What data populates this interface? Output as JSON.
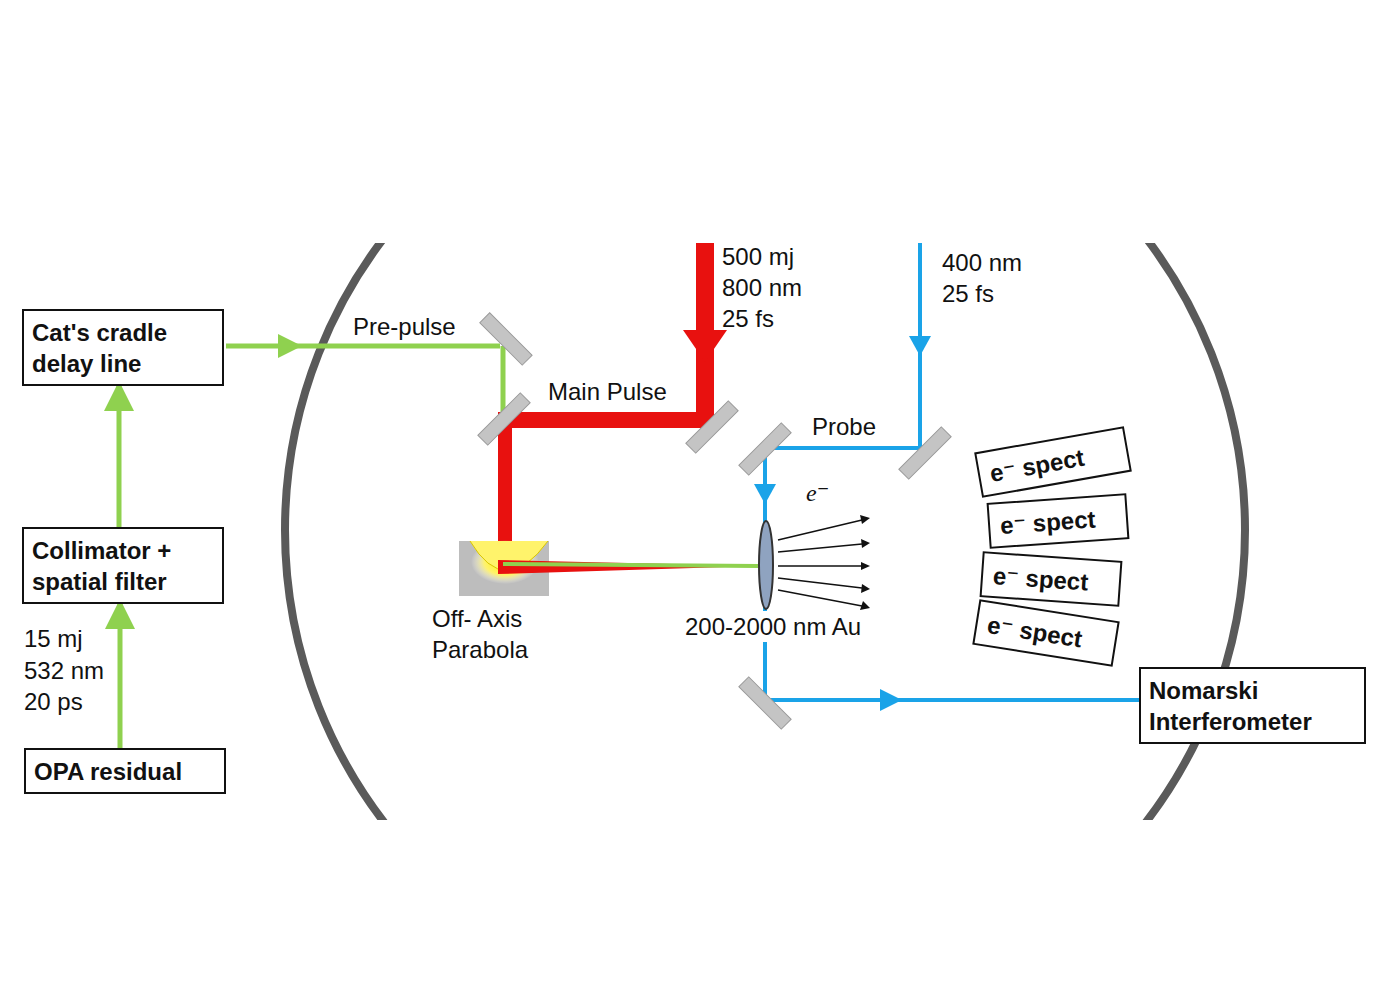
{
  "diagram": {
    "nodes": [
      {
        "text": [
          "Cat's cradle delay line"
        ]
      },
      {
        "text": [
          "Collimator + spatial filter"
        ]
      },
      {
        "text": [
          "OPA residual"
        ]
      },
      {
        "text": [
          "e⁻ spect"
        ]
      },
      {
        "text": [
          "e⁻ spect"
        ]
      },
      {
        "text": [
          "e⁻ spect"
        ]
      },
      {
        "text": [
          "e⁻ spect"
        ]
      },
      {
        "text": [
          "Nomarski Interferometer"
        ]
      }
    ],
    "edges": [
      {
        "from": 2,
        "to": 1,
        "arrow": "to"
      },
      {
        "from": 1,
        "to": 0,
        "arrow": "to"
      }
    ],
    "labels": [
      "Pre-pulse",
      "500 mj",
      "800 nm",
      "25 fs",
      "Main Pulse",
      "400 nm",
      "25 fs",
      "Probe",
      "e⁻",
      "Off- Axis Parabola",
      "200-2000 nm Au",
      "15 mj",
      "532 nm",
      "20 ps"
    ]
  }
}
